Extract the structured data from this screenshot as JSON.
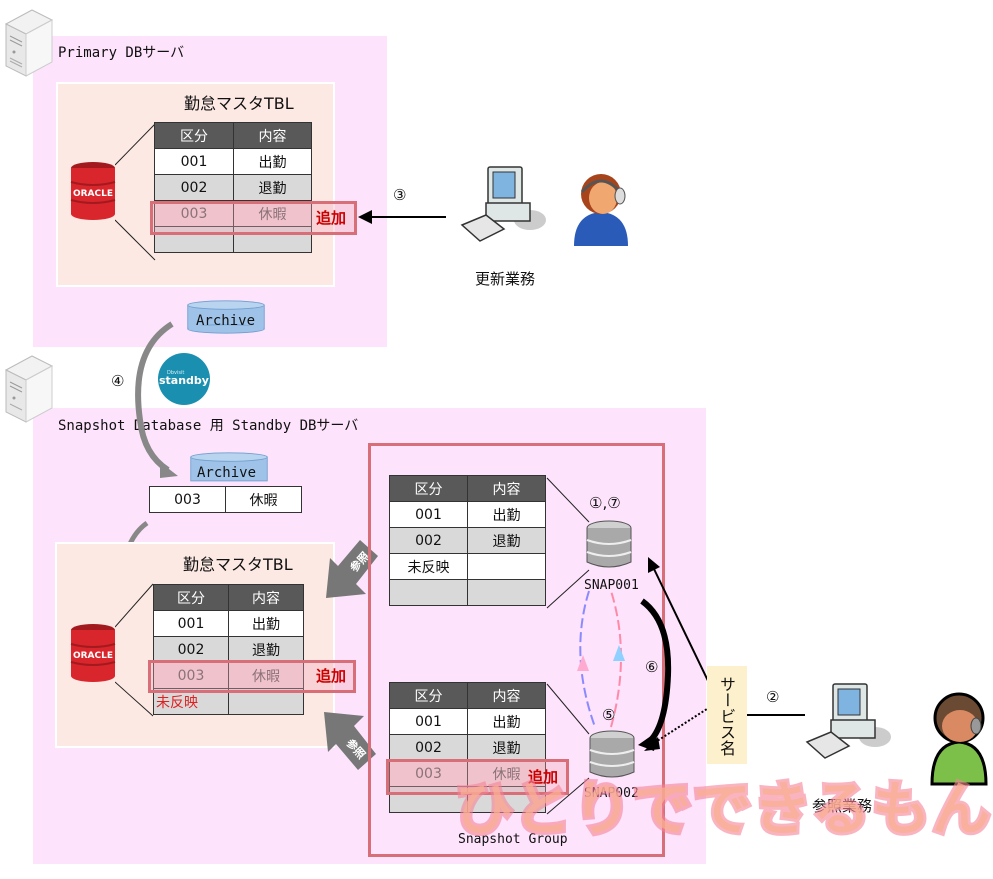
{
  "primary_server": {
    "label": "Primary DBサーバ",
    "table_title": "勤怠マスタTBL",
    "headers": [
      "区分",
      "内容"
    ],
    "rows": [
      {
        "code": "001",
        "value": "出勤"
      },
      {
        "code": "002",
        "value": "退勤"
      },
      {
        "code": "003",
        "value": "休暇"
      },
      {
        "code": "",
        "value": ""
      }
    ],
    "add_label": "追加",
    "db_logo": "ORACLE",
    "archive_label": "Archive"
  },
  "update_client": {
    "step": "③",
    "caption": "更新業務"
  },
  "transfer": {
    "step": "④",
    "logo_small": "Dbvisit",
    "logo_text": "standby"
  },
  "standby_server": {
    "label": "Snapshot Database 用 Standby DBサーバ",
    "archive_label": "Archive",
    "archive_row": {
      "code": "003",
      "value": "休暇"
    },
    "table_title": "勤怠マスタTBL",
    "headers": [
      "区分",
      "内容"
    ],
    "rows": [
      {
        "code": "001",
        "value": "出勤"
      },
      {
        "code": "002",
        "value": "退勤"
      },
      {
        "code": "003",
        "value": "休暇"
      },
      {
        "code": "未反映",
        "value": ""
      }
    ],
    "add_label": "追加",
    "db_logo": "ORACLE",
    "ref_label_top": "参照",
    "ref_label_bottom": "参照"
  },
  "snapshot_group": {
    "label": "Snapshot Group",
    "snap1": {
      "name": "SNAP001",
      "step": "①,⑦",
      "headers": [
        "区分",
        "内容"
      ],
      "rows": [
        {
          "code": "001",
          "value": "出勤"
        },
        {
          "code": "002",
          "value": "退勤"
        },
        {
          "code": "未反映",
          "value": ""
        },
        {
          "code": "",
          "value": ""
        }
      ]
    },
    "snap2": {
      "name": "SNAP002",
      "step": "⑤",
      "headers": [
        "区分",
        "内容"
      ],
      "rows": [
        {
          "code": "001",
          "value": "出勤"
        },
        {
          "code": "002",
          "value": "退勤"
        },
        {
          "code": "003",
          "value": "休暇"
        },
        {
          "code": "",
          "value": ""
        }
      ],
      "add_label": "追加"
    },
    "switch_step": "⑥"
  },
  "service": {
    "label": "サービス名",
    "step": "②"
  },
  "reference_client": {
    "caption": "参照業務"
  },
  "watermark": "ひとりでできるもん",
  "colors": {
    "zone_bg": "#fde3fb",
    "inner_bg": "#fce9e3",
    "header_bg": "#595959",
    "highlight_border": "#d86f78",
    "add_text": "#cc0000",
    "service_bg": "#fdf0cc",
    "archive_fill": "#9fc3e8",
    "oracle_red": "#d9262c",
    "standby_teal": "#1b8fb0"
  }
}
